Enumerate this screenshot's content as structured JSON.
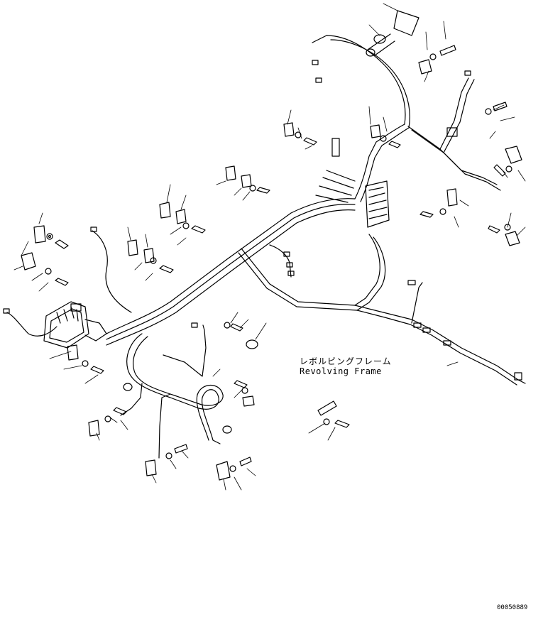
{
  "labels": {
    "frame_jp": "レボルビングフレーム",
    "frame_en": "Revolving Frame",
    "drawing_number": "00050889"
  },
  "colors": {
    "line": "#000000",
    "background": "#ffffff"
  }
}
